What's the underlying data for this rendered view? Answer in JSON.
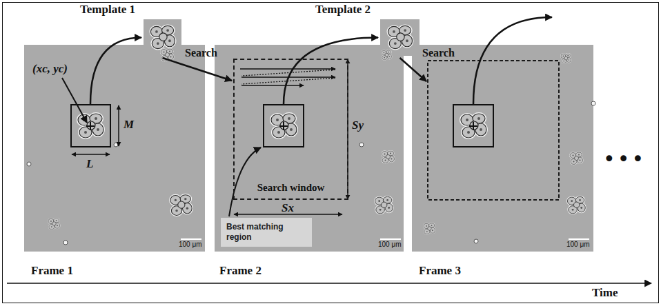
{
  "diagram": {
    "nodes": [
      {
        "text": [
          "Template 1"
        ]
      },
      {
        "text": [
          "Template 2"
        ]
      },
      {
        "text": [
          "Frame 1"
        ]
      },
      {
        "text": [
          "Frame 2"
        ]
      },
      {
        "text": [
          "Search window"
        ],
        "in": 3
      },
      {
        "text": [
          "Best matching region"
        ],
        "in": 3
      },
      {
        "text": [
          "Frame 3"
        ]
      }
    ],
    "edges": [
      {
        "from": 2,
        "to": 0,
        "arrow": "to"
      },
      {
        "from": 0,
        "to": 4,
        "label": "Search",
        "arrow": "to"
      },
      {
        "from": 3,
        "to": 1,
        "arrow": "to"
      },
      {
        "from": 1,
        "to": 6,
        "label": "Search",
        "arrow": "to"
      }
    ],
    "labels": [
      "(xc, yc)",
      "M",
      "L",
      "Sx",
      "Sy",
      "100 μm",
      "100 μm",
      "100 μm",
      "•••",
      "Time"
    ]
  }
}
